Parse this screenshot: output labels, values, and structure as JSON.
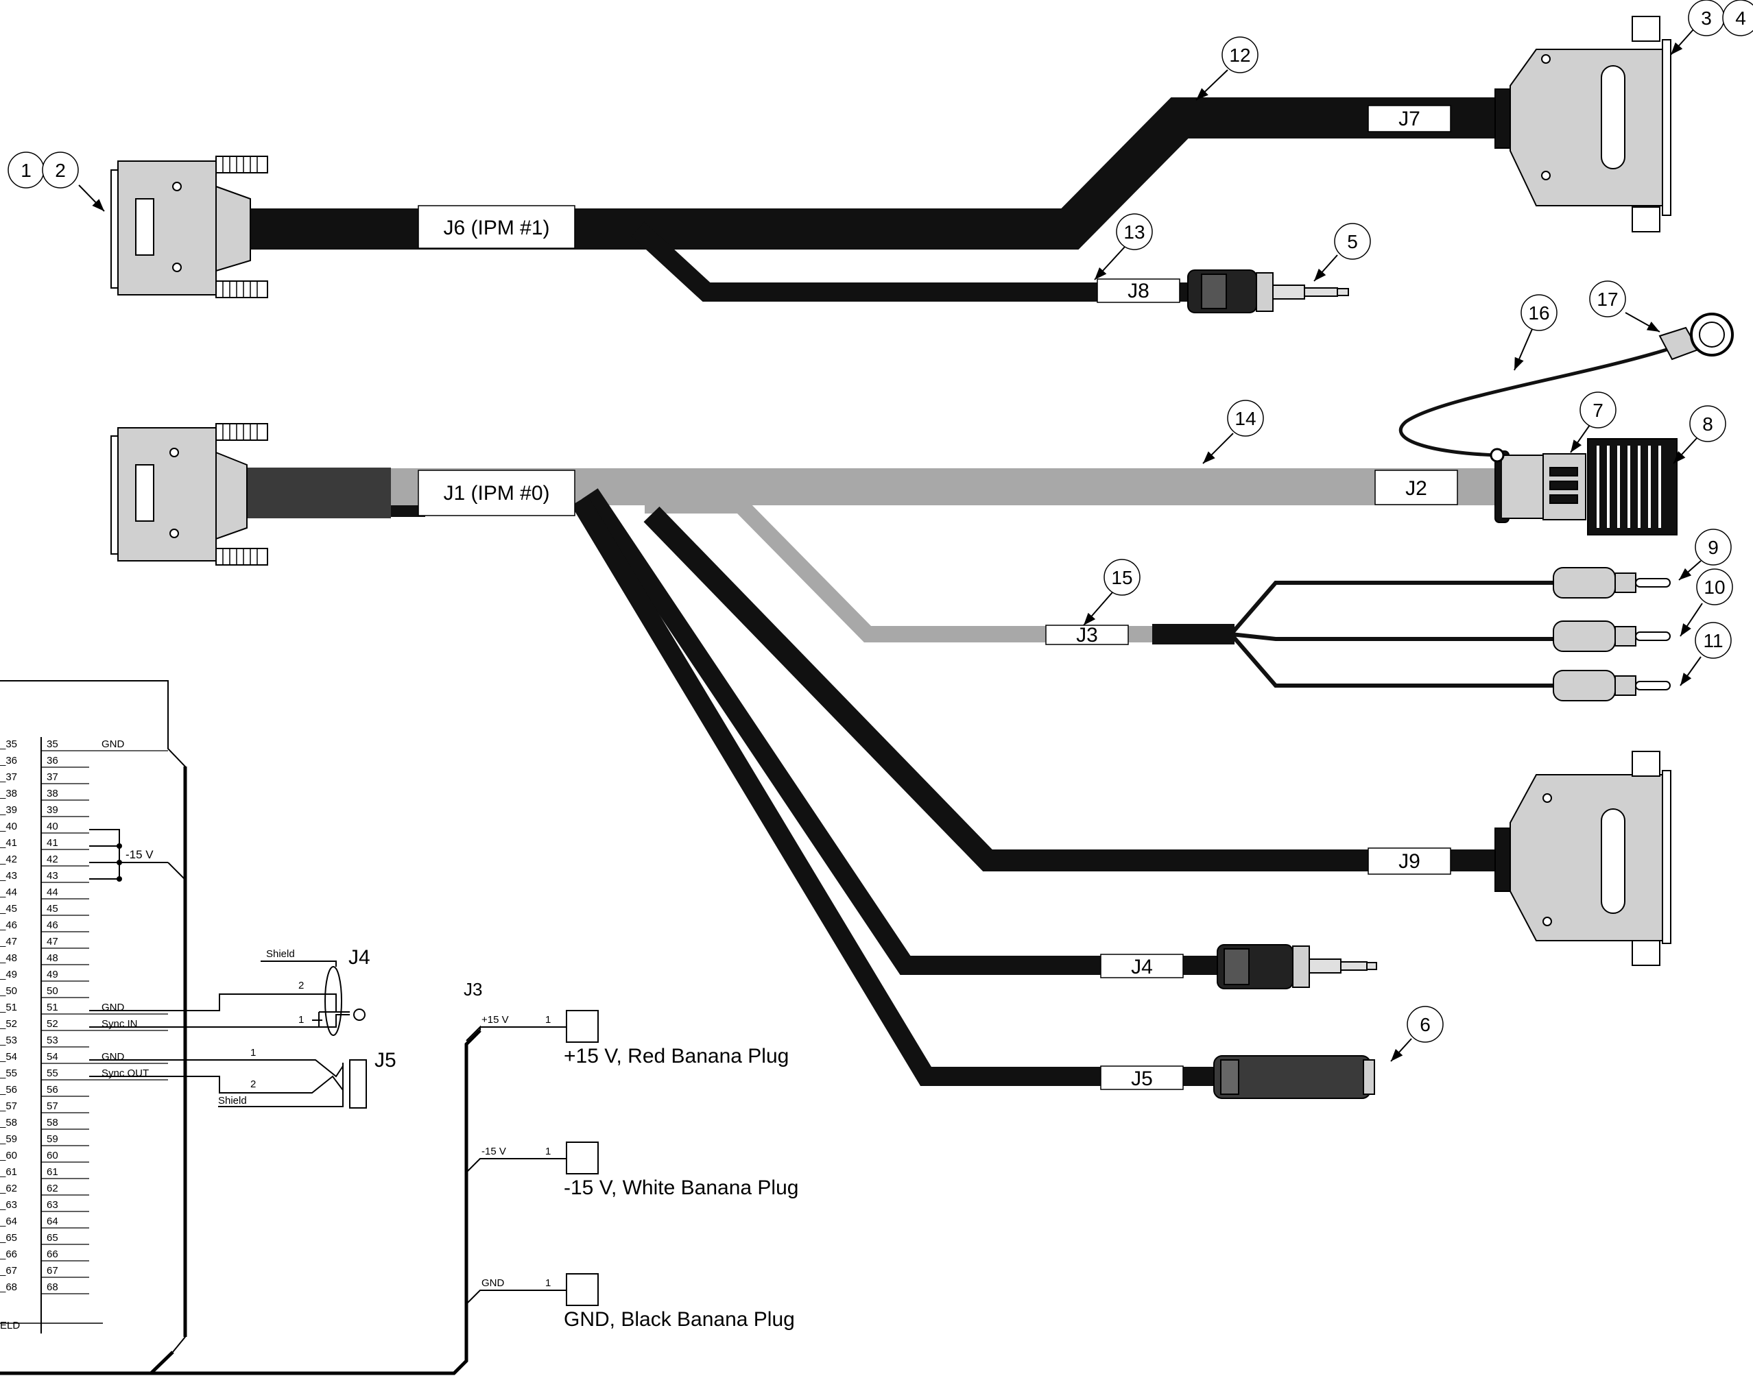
{
  "colors": {
    "cable": "#111111",
    "shield_cable": "#a6a6a6",
    "connector": "#d0d0d0",
    "outline": "#000000"
  },
  "connectors": {
    "j6": "J6 (IPM #1)",
    "j7": "J7",
    "j8": "J8",
    "j1": "J1 (IPM #0)",
    "j2": "J2",
    "j3": "J3",
    "j9": "J9",
    "j4": "J4",
    "j5": "J5"
  },
  "callouts": [
    "1",
    "2",
    "3",
    "4",
    "5",
    "6",
    "7",
    "8",
    "9",
    "10",
    "11",
    "12",
    "13",
    "14",
    "15",
    "16",
    "17"
  ],
  "schematic": {
    "rows": [
      {
        "left": "_35",
        "pin": "35",
        "sig": "GND"
      },
      {
        "left": "_36",
        "pin": "36",
        "sig": ""
      },
      {
        "left": "_37",
        "pin": "37",
        "sig": ""
      },
      {
        "left": "_38",
        "pin": "38",
        "sig": ""
      },
      {
        "left": "_39",
        "pin": "39",
        "sig": ""
      },
      {
        "left": "_40",
        "pin": "40",
        "sig": ""
      },
      {
        "left": "_41",
        "pin": "41",
        "sig": ""
      },
      {
        "left": "_42",
        "pin": "42",
        "sig": ""
      },
      {
        "left": "_43",
        "pin": "43",
        "sig": ""
      },
      {
        "left": "_44",
        "pin": "44",
        "sig": ""
      },
      {
        "left": "_45",
        "pin": "45",
        "sig": ""
      },
      {
        "left": "_46",
        "pin": "46",
        "sig": ""
      },
      {
        "left": "_47",
        "pin": "47",
        "sig": ""
      },
      {
        "left": "_48",
        "pin": "48",
        "sig": ""
      },
      {
        "left": "_49",
        "pin": "49",
        "sig": ""
      },
      {
        "left": "_50",
        "pin": "50",
        "sig": ""
      },
      {
        "left": "_51",
        "pin": "51",
        "sig": "GND"
      },
      {
        "left": "_52",
        "pin": "52",
        "sig": "Sync IN"
      },
      {
        "left": "_53",
        "pin": "53",
        "sig": ""
      },
      {
        "left": "_54",
        "pin": "54",
        "sig": "GND"
      },
      {
        "left": "_55",
        "pin": "55",
        "sig": "Sync OUT"
      },
      {
        "left": "_56",
        "pin": "56",
        "sig": ""
      },
      {
        "left": "_57",
        "pin": "57",
        "sig": ""
      },
      {
        "left": "_58",
        "pin": "58",
        "sig": ""
      },
      {
        "left": "_59",
        "pin": "59",
        "sig": ""
      },
      {
        "left": "_60",
        "pin": "60",
        "sig": ""
      },
      {
        "left": "_61",
        "pin": "61",
        "sig": ""
      },
      {
        "left": "_62",
        "pin": "62",
        "sig": ""
      },
      {
        "left": "_63",
        "pin": "63",
        "sig": ""
      },
      {
        "left": "_64",
        "pin": "64",
        "sig": ""
      },
      {
        "left": "_65",
        "pin": "65",
        "sig": ""
      },
      {
        "left": "_66",
        "pin": "66",
        "sig": ""
      },
      {
        "left": "_67",
        "pin": "67",
        "sig": ""
      },
      {
        "left": "_68",
        "pin": "68",
        "sig": ""
      }
    ],
    "shield_row": "ELD",
    "bus_label": "-15 V",
    "j4": {
      "title": "J4",
      "shield": "Shield",
      "pin2": "2",
      "pin1": "1"
    },
    "j5": {
      "title": "J5",
      "shield": "Shield",
      "pin1": "1",
      "pin2": "2"
    },
    "j3": {
      "title": "J3",
      "plugs": [
        {
          "net": "+15 V",
          "pin": "1",
          "desc": "+15 V, Red Banana Plug"
        },
        {
          "net": "-15 V",
          "pin": "1",
          "desc": "-15 V, White Banana Plug"
        },
        {
          "net": "GND",
          "pin": "1",
          "desc": "GND, Black Banana Plug"
        }
      ]
    }
  }
}
